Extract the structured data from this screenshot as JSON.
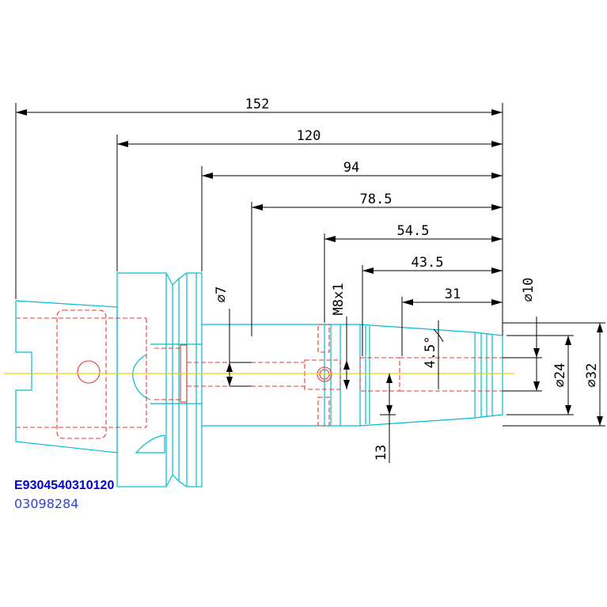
{
  "dimensions": {
    "overall_length": "152",
    "flange_length": "120",
    "body_length": "94",
    "shank_length": "78.5",
    "thread_pos": "54.5",
    "bore_pos": "43.5",
    "tip_length": "31",
    "bore_dia_small": "⌀7",
    "thread": "M8x1",
    "nose_dia": "⌀10",
    "angle": "4.5°",
    "body_dia": "⌀24",
    "outer_dia": "⌀32",
    "offset": "13"
  },
  "part_code": "E9304540310120",
  "part_number": "03098284",
  "colors": {
    "outline": "#00bcd4",
    "hidden": "#e53935",
    "centerline": "#e8d400",
    "dimension": "#000000",
    "code": "#0000cc"
  }
}
